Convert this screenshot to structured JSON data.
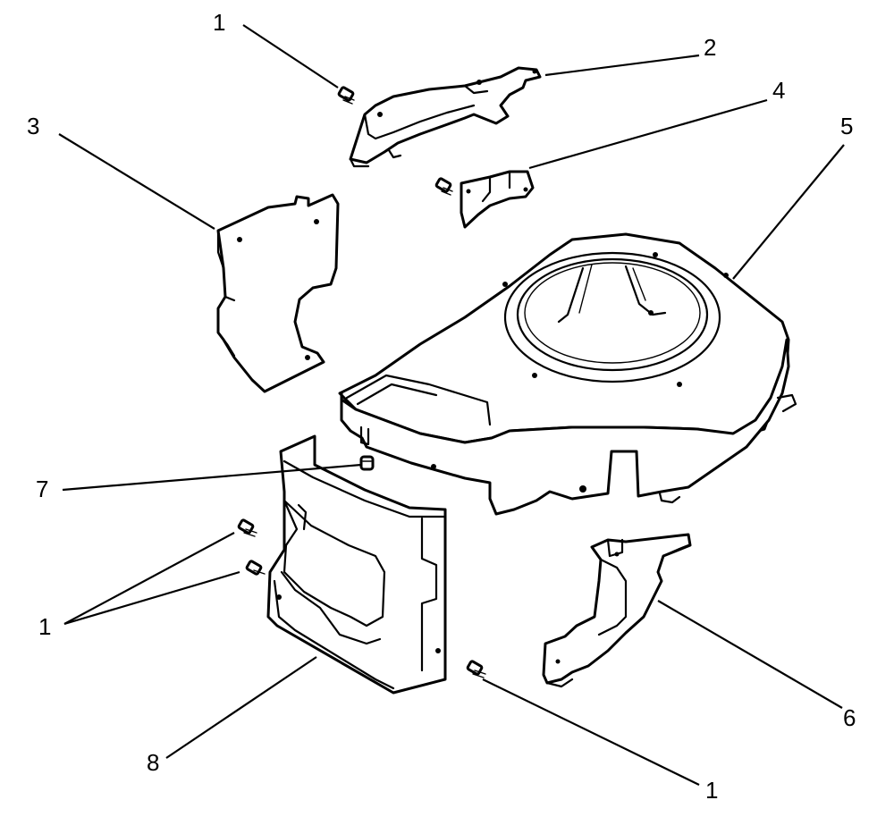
{
  "diagram": {
    "callouts": [
      {
        "id": "c1a",
        "label": "1",
        "part": "screw"
      },
      {
        "id": "c2",
        "label": "2",
        "part": "upper-bracket"
      },
      {
        "id": "c3",
        "label": "3",
        "part": "side-shield-left"
      },
      {
        "id": "c4",
        "label": "4",
        "part": "small-deflector"
      },
      {
        "id": "c5",
        "label": "5",
        "part": "blower-housing"
      },
      {
        "id": "c6",
        "label": "6",
        "part": "side-baffle-right"
      },
      {
        "id": "c7",
        "label": "7",
        "part": "nut"
      },
      {
        "id": "c1b",
        "label": "1",
        "part": "screw"
      },
      {
        "id": "c8",
        "label": "8",
        "part": "cylinder-shroud"
      },
      {
        "id": "c1c",
        "label": "1",
        "part": "screw"
      }
    ]
  }
}
